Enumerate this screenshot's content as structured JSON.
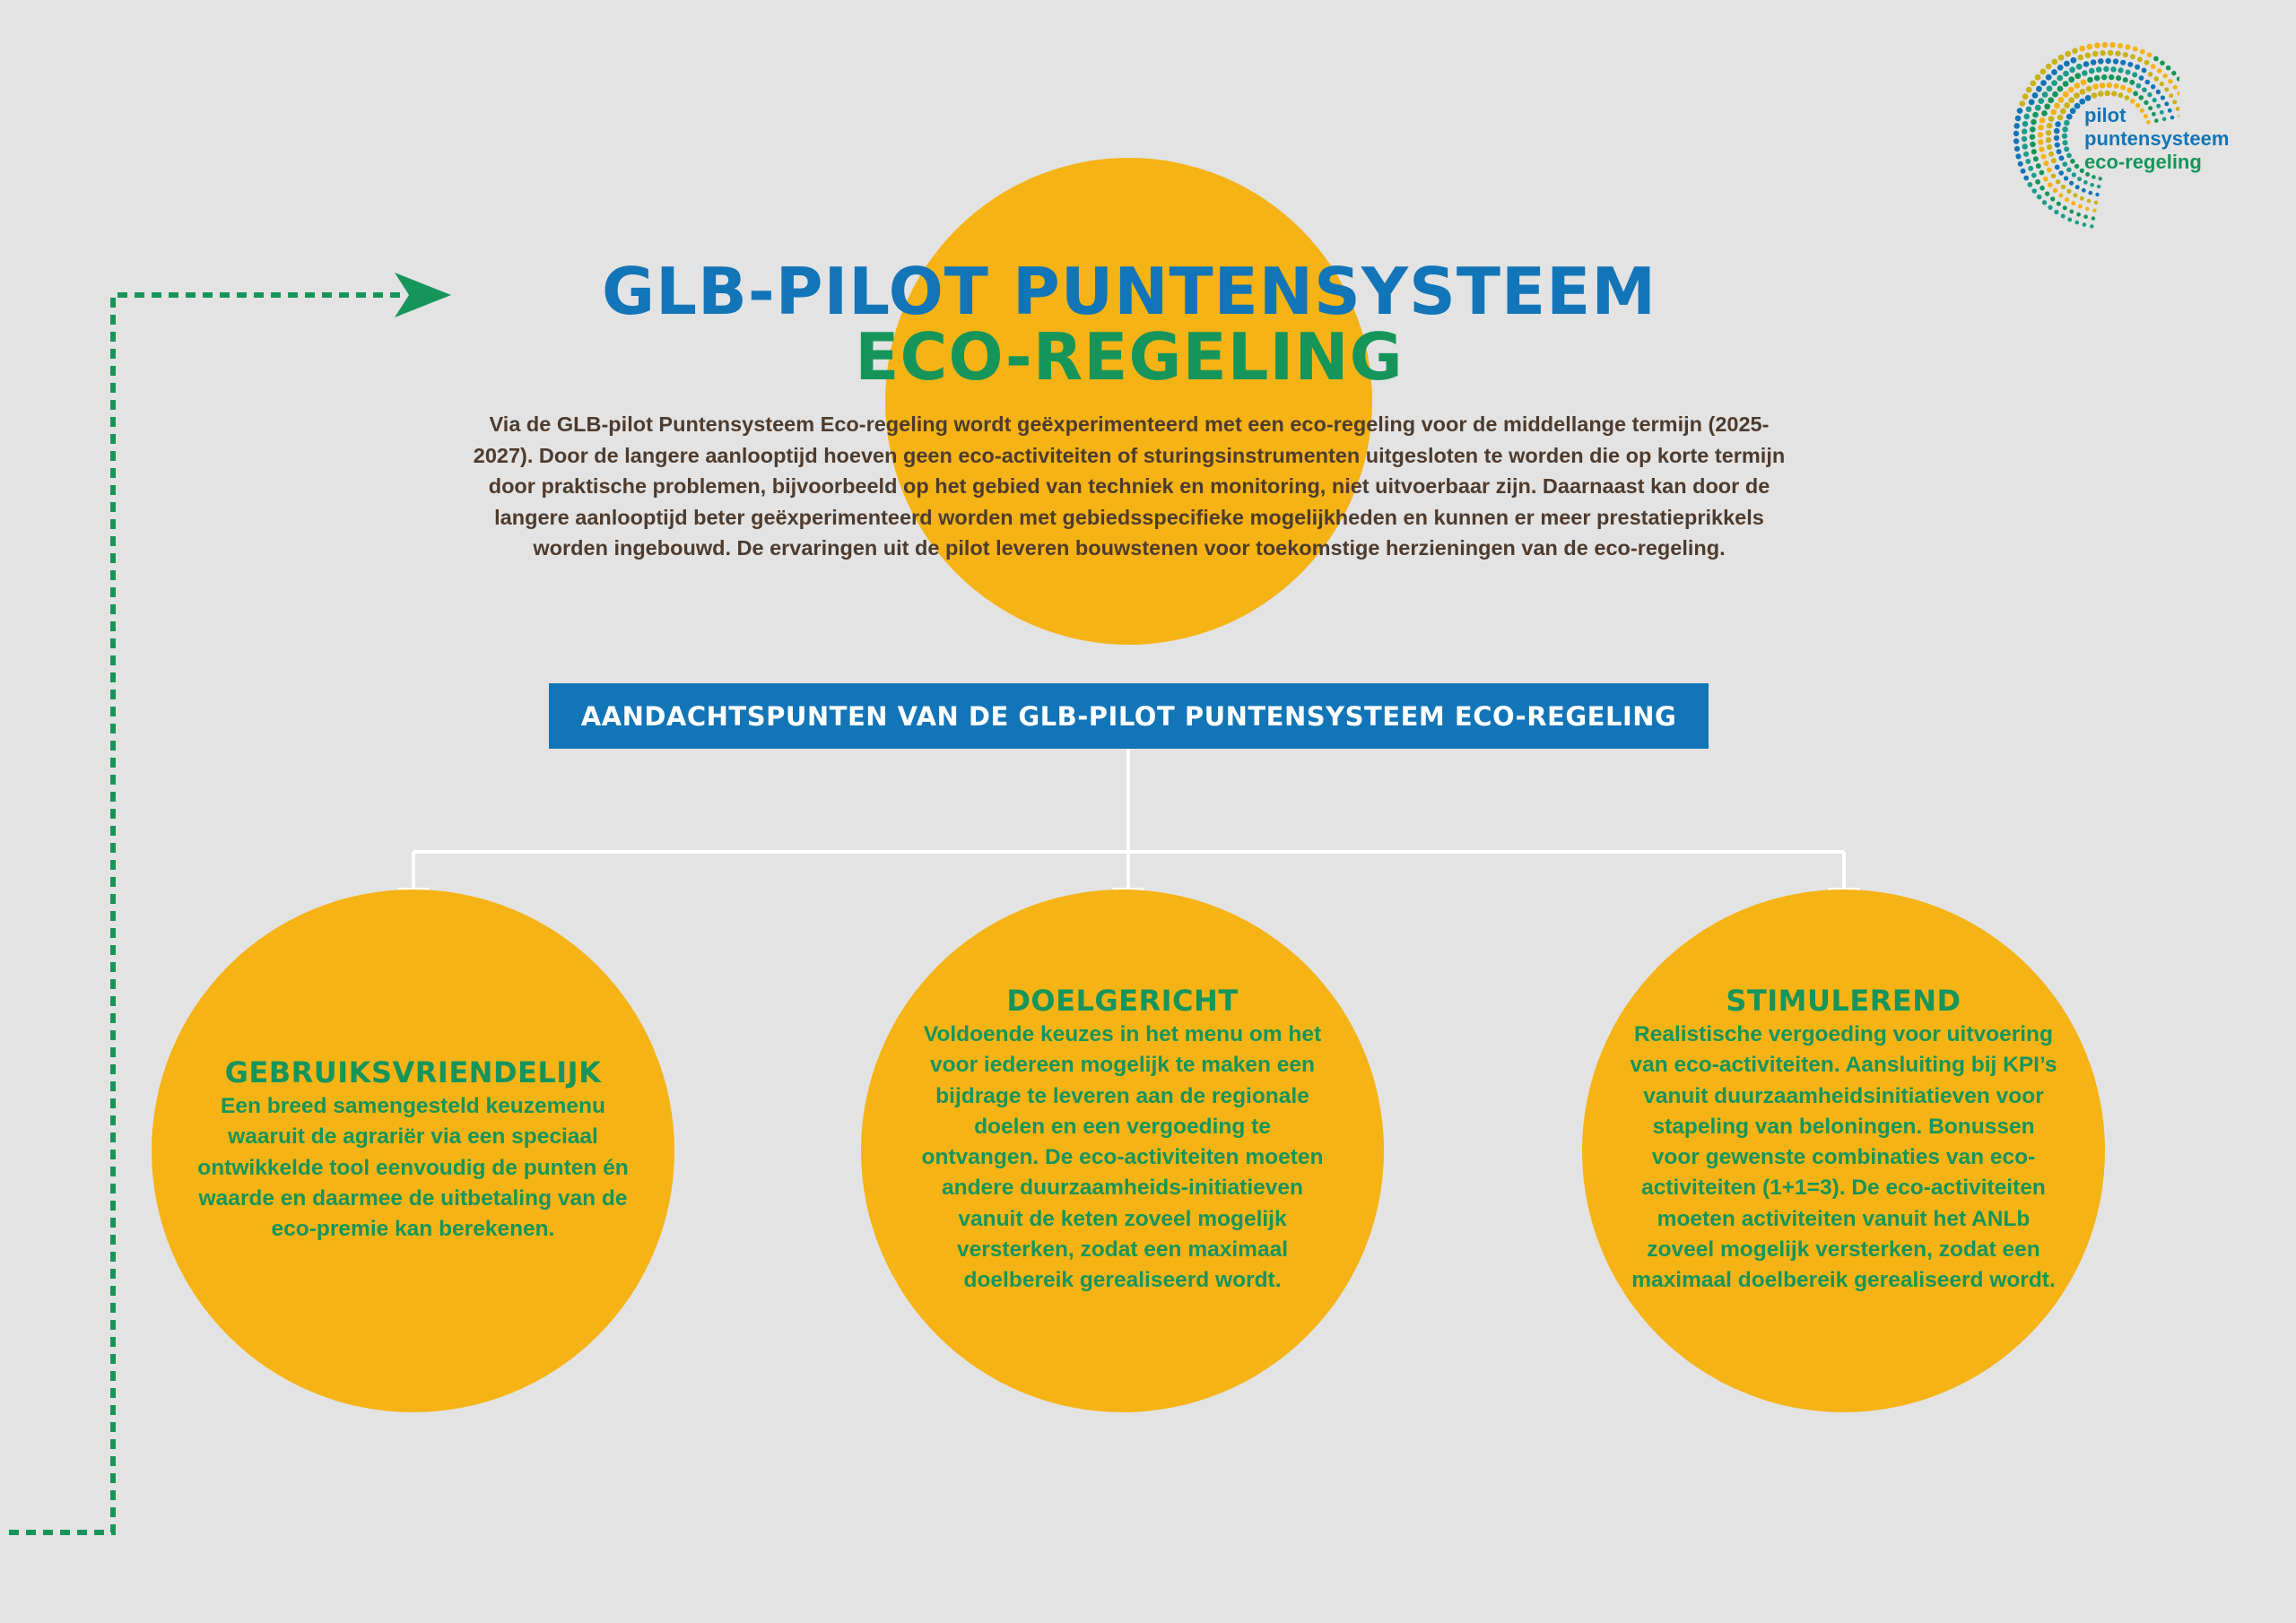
{
  "title": {
    "line1": "GLB-PILOT PUNTENSYSTEEM",
    "line2": "ECO-REGELING"
  },
  "intro": "Via de GLB-pilot Puntensysteem Eco-regeling wordt geëxperimenteerd met een eco-regeling voor de middellange termijn (2025-2027). Door de langere aanlooptijd hoeven geen eco-activiteiten of sturingsinstrumenten uitgesloten te worden die op korte termijn door praktische problemen, bijvoorbeeld op het gebied van techniek en monitoring, niet uitvoerbaar zijn. Daarnaast kan door de langere aanlooptijd beter geëxperimenteerd worden met gebiedsspecifieke mogelijkheden en kunnen er meer prestatieprikkels worden ingebouwd. De ervaringen uit de pilot leveren bouwstenen voor toekomstige herzieningen van de eco-regeling.",
  "banner": "AANDACHTSPUNTEN VAN DE GLB-PILOT PUNTENSYSTEEM ECO-REGELING",
  "points": [
    {
      "heading": "GEBRUIKSVRIENDELIJK",
      "text": "Een breed samengesteld keuzemenu waaruit de agrariër via een speciaal ontwikkelde tool eenvoudig de punten én waarde en daarmee de uitbetaling van de eco-premie kan berekenen."
    },
    {
      "heading": "DOELGERICHT",
      "text": "Voldoende keuzes in het menu om het voor iedereen mogelijk te maken een bijdrage te leveren aan de regionale doelen en een vergoeding te ontvangen. De eco-activiteiten moeten andere duurzaamheids-initiatieven vanuit de keten zoveel mogelijk versterken, zodat een maximaal doelbereik gerealiseerd wordt."
    },
    {
      "heading": "STIMULEREND",
      "text": "Realistische vergoeding voor uitvoering van eco-activiteiten. Aansluiting bij KPI’s vanuit duurzaamheidsinitiatieven voor stapeling van beloningen. Bonussen voor gewenste combinaties van eco-activiteiten (1+1=3). De eco-activiteiten moeten activiteiten vanuit het ANLb zoveel mogelijk versterken, zodat een maximaal doelbereik gerealiseerd wordt."
    }
  ],
  "logo": {
    "line1": "pilot",
    "line2": "puntensysteem",
    "line3": "eco-regeling",
    "icon": "dotted-swirl-logo-icon"
  },
  "colors": {
    "background": "#e3e3e3",
    "yellow": "#f5b316",
    "blue": "#1275b7",
    "green": "#16955b",
    "text_brown": "#4d3b2e"
  }
}
